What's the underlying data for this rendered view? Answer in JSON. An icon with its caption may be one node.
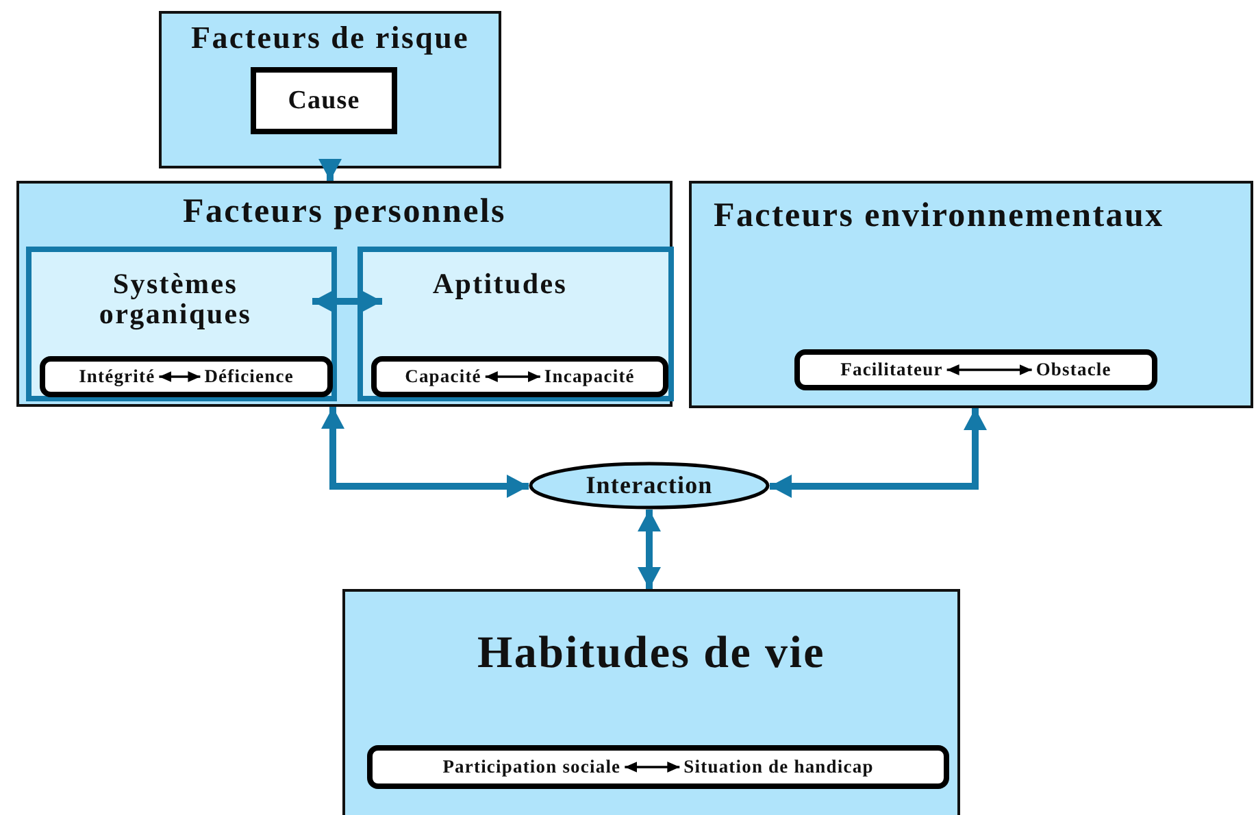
{
  "diagram": {
    "nodes": [
      {
        "text": [
          "Facteurs de risque"
        ]
      },
      {
        "text": [
          "Cause"
        ],
        "in": 0
      },
      {
        "text": [
          "Facteurs personnels"
        ]
      },
      {
        "text": [
          "Systèmes organiques"
        ],
        "in": 2
      },
      {
        "text": [],
        "shape": "box",
        "in": 3
      },
      {
        "text": [
          "Intégrité"
        ],
        "in": 4
      },
      {
        "text": [
          "Déficience"
        ],
        "in": 4
      },
      {
        "text": [
          "Aptitudes"
        ],
        "in": 2
      },
      {
        "text": [],
        "shape": "box",
        "in": 7
      },
      {
        "text": [
          "Capacité"
        ],
        "in": 8
      },
      {
        "text": [
          "Incapacité"
        ],
        "in": 8
      },
      {
        "text": [
          "Facteurs environnementaux"
        ]
      },
      {
        "text": [],
        "shape": "box",
        "in": 11
      },
      {
        "text": [
          "Facilitateur"
        ],
        "in": 12
      },
      {
        "text": [
          "Obstacle"
        ],
        "in": 12
      },
      {
        "text": [
          "Interaction"
        ]
      },
      {
        "text": [
          "Habitudes de vie"
        ]
      },
      {
        "text": [],
        "shape": "box",
        "in": 16
      },
      {
        "text": [
          "Participation sociale"
        ],
        "in": 17
      },
      {
        "text": [
          "Situation de handicap"
        ],
        "in": 17
      }
    ],
    "edges": [
      {
        "from": 0,
        "to": 2,
        "arrow": "to"
      },
      {
        "from": 3,
        "to": 7,
        "arrow": "both"
      },
      {
        "from": 5,
        "to": 6,
        "arrow": "both",
        "color": "#000000"
      },
      {
        "from": 9,
        "to": 10,
        "arrow": "both",
        "color": "#000000"
      },
      {
        "from": 13,
        "to": 14,
        "arrow": "both",
        "color": "#000000"
      },
      {
        "from": 2,
        "to": 15,
        "arrow": "both"
      },
      {
        "from": 11,
        "to": 15,
        "arrow": "both"
      },
      {
        "from": 15,
        "to": 16,
        "arrow": "both"
      },
      {
        "from": 18,
        "to": 19,
        "arrow": "both",
        "color": "#000000"
      }
    ]
  }
}
